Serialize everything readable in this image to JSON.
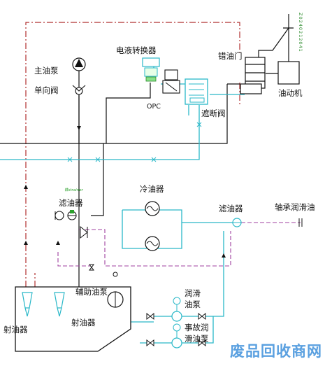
{
  "labels": {
    "main_pump": "主油泵",
    "check_valve": "单向阀",
    "ehc": "电液转换器",
    "opc": "OPC",
    "misalign_gate": "错油门",
    "servomotor": "油动机",
    "cutoff_valve": "遮断阀",
    "vertical_code": "Z0240212041",
    "oil_filter_left": "滤油器",
    "strainer": "铁strainer",
    "cooler": "冷油器",
    "oil_filter_right": "滤油器",
    "bearing_lube": "轴承润滑油",
    "aux_pump": "辅助油泵",
    "ejector_left": "射油器",
    "ejector_right": "射油器",
    "lube_pump_1": "润滑",
    "lube_pump_2": "油泵",
    "emerg_pump_1": "事故润",
    "emerg_pump_2": "滑油泵"
  },
  "watermark": "废品回收商网",
  "colors": {
    "red_line": "#b03030",
    "cyan_line": "#2ab8c8",
    "purple_line": "#a040a0",
    "black_line": "#111111",
    "watermark": "#5aa0e0"
  }
}
